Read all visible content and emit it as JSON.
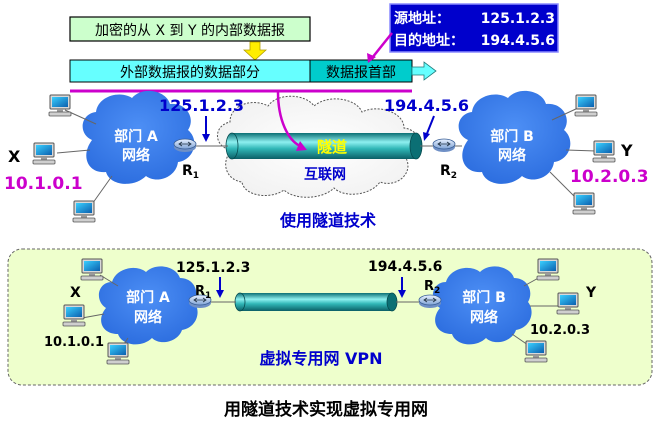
{
  "top": {
    "encrypted_label": "加密的从 X 到 Y 的内部数据报",
    "outer_payload_label": "外部数据报的数据部分",
    "outer_header_label": "数据报首部",
    "src_addr_label": "源地址：",
    "src_addr_value": "125.1.2.3",
    "dst_addr_label": "目的地址：",
    "dst_addr_value": "194.4.5.6",
    "left_ip": "125.1.2.3",
    "right_ip": "194.4.5.6",
    "tunnel_label": "隧道",
    "internet_label": "互联网",
    "dept_a_line1": "部门 A",
    "dept_a_line2": "网络",
    "dept_b_line1": "部门 B",
    "dept_b_line2": "网络",
    "r1_main": "R",
    "r1_sub": "1",
    "r2_main": "R",
    "r2_sub": "2",
    "host_x": "X",
    "host_y": "Y",
    "x_ip": "10.1.0.1",
    "y_ip": "10.2.0.3",
    "caption": "使用隧道技术"
  },
  "bottom": {
    "left_ip": "125.1.2.3",
    "right_ip": "194.4.5.6",
    "dept_a_line1": "部门 A",
    "dept_a_line2": "网络",
    "dept_b_line1": "部门 B",
    "dept_b_line2": "网络",
    "r1_main": "R",
    "r1_sub": "1",
    "r2_main": "R",
    "r2_sub": "2",
    "host_x": "X",
    "host_y": "Y",
    "x_ip": "10.1.0.1",
    "y_ip": "10.2.0.3",
    "caption": "虚拟专用网 VPN"
  },
  "title": "用隧道技术实现虚拟专用网",
  "colors": {
    "cloud_blue": "#3f82f2",
    "encrypted_fill": "#ccffcc",
    "payload_fill": "#66ffff",
    "header_fill": "#00cccc",
    "addr_box_fill": "#0000cc",
    "pipe": "#1fa3a3",
    "magenta": "#cc00cc",
    "vpn_panel": "#eeffcc",
    "text_blue": "#0000cc"
  }
}
